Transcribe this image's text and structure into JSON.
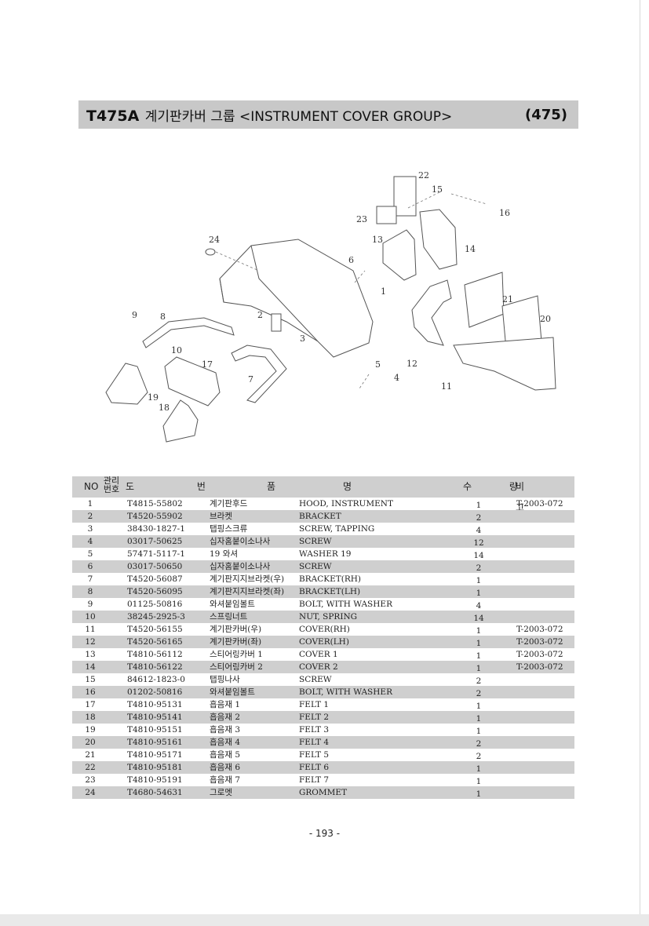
{
  "header": {
    "code": "T475A",
    "title": "계기판카버 그룹 <INSTRUMENT COVER GROUP>",
    "page_code": "(475)"
  },
  "diagram": {
    "callouts": [
      "1",
      "2",
      "3",
      "4",
      "5",
      "6",
      "7",
      "8",
      "9",
      "10",
      "11",
      "12",
      "13",
      "14",
      "15",
      "16",
      "17",
      "18",
      "19",
      "20",
      "21",
      "22",
      "23",
      "24"
    ]
  },
  "table": {
    "headers": {
      "no": "NO",
      "mgmt_no": "관리번호",
      "drawing": "도 번",
      "name_1": "품",
      "name_2": "명",
      "qty": "수 량",
      "remark": "비 고"
    },
    "rows": [
      {
        "no": "1",
        "drawing": "T4815-55802",
        "kname": "계기판후드",
        "ename": "HOOD, INSTRUMENT",
        "qty": "1",
        "remark": "T-2003-072"
      },
      {
        "no": "2",
        "drawing": "T4520-55902",
        "kname": "브라켓",
        "ename": "BRACKET",
        "qty": "2",
        "remark": ""
      },
      {
        "no": "3",
        "drawing": "38430-1827-1",
        "kname": "탭핑스크류",
        "ename": "SCREW, TAPPING",
        "qty": "4",
        "remark": ""
      },
      {
        "no": "4",
        "drawing": "03017-50625",
        "kname": "십자홈붙이소나사",
        "ename": "SCREW",
        "qty": "12",
        "remark": ""
      },
      {
        "no": "5",
        "drawing": "57471-5117-1",
        "kname": "19 와셔",
        "ename": "WASHER 19",
        "qty": "14",
        "remark": ""
      },
      {
        "no": "6",
        "drawing": "03017-50650",
        "kname": "십자홈붙이소나사",
        "ename": "SCREW",
        "qty": "2",
        "remark": ""
      },
      {
        "no": "7",
        "drawing": "T4520-56087",
        "kname": "계기판지지브라켓(우)",
        "ename": "BRACKET(RH)",
        "qty": "1",
        "remark": ""
      },
      {
        "no": "8",
        "drawing": "T4520-56095",
        "kname": "계기판지지브라켓(좌)",
        "ename": "BRACKET(LH)",
        "qty": "1",
        "remark": ""
      },
      {
        "no": "9",
        "drawing": "01125-50816",
        "kname": "와셔붙임볼트",
        "ename": "BOLT, WITH WASHER",
        "qty": "4",
        "remark": ""
      },
      {
        "no": "10",
        "drawing": "38245-2925-3",
        "kname": "스프링너트",
        "ename": "NUT, SPRING",
        "qty": "14",
        "remark": ""
      },
      {
        "no": "11",
        "drawing": "T4520-56155",
        "kname": "계기판카버(우)",
        "ename": "COVER(RH)",
        "qty": "1",
        "remark": "T-2003-072"
      },
      {
        "no": "12",
        "drawing": "T4520-56165",
        "kname": "계기판카버(좌)",
        "ename": "COVER(LH)",
        "qty": "1",
        "remark": "T-2003-072"
      },
      {
        "no": "13",
        "drawing": "T4810-56112",
        "kname": "스티어링카버 1",
        "ename": "COVER 1",
        "qty": "1",
        "remark": "T-2003-072"
      },
      {
        "no": "14",
        "drawing": "T4810-56122",
        "kname": "스티어링카버 2",
        "ename": "COVER 2",
        "qty": "1",
        "remark": "T-2003-072"
      },
      {
        "no": "15",
        "drawing": "84612-1823-0",
        "kname": "탭핑나사",
        "ename": "SCREW",
        "qty": "2",
        "remark": ""
      },
      {
        "no": "16",
        "drawing": "01202-50816",
        "kname": "와셔붙임볼트",
        "ename": "BOLT, WITH WASHER",
        "qty": "2",
        "remark": ""
      },
      {
        "no": "17",
        "drawing": "T4810-95131",
        "kname": "흡음재 1",
        "ename": "FELT 1",
        "qty": "1",
        "remark": ""
      },
      {
        "no": "18",
        "drawing": "T4810-95141",
        "kname": "흡음재 2",
        "ename": "FELT 2",
        "qty": "1",
        "remark": ""
      },
      {
        "no": "19",
        "drawing": "T4810-95151",
        "kname": "흡음재 3",
        "ename": "FELT 3",
        "qty": "1",
        "remark": ""
      },
      {
        "no": "20",
        "drawing": "T4810-95161",
        "kname": "흡음재 4",
        "ename": "FELT 4",
        "qty": "2",
        "remark": ""
      },
      {
        "no": "21",
        "drawing": "T4810-95171",
        "kname": "흡음재 5",
        "ename": "FELT 5",
        "qty": "2",
        "remark": ""
      },
      {
        "no": "22",
        "drawing": "T4810-95181",
        "kname": "흡음재 6",
        "ename": "FELT 6",
        "qty": "1",
        "remark": ""
      },
      {
        "no": "23",
        "drawing": "T4810-95191",
        "kname": "흡음재 7",
        "ename": "FELT 7",
        "qty": "1",
        "remark": ""
      },
      {
        "no": "24",
        "drawing": "T4680-54631",
        "kname": "그로멧",
        "ename": "GROMMET",
        "qty": "1",
        "remark": ""
      }
    ]
  },
  "footer": {
    "page_number": "- 193 -"
  }
}
